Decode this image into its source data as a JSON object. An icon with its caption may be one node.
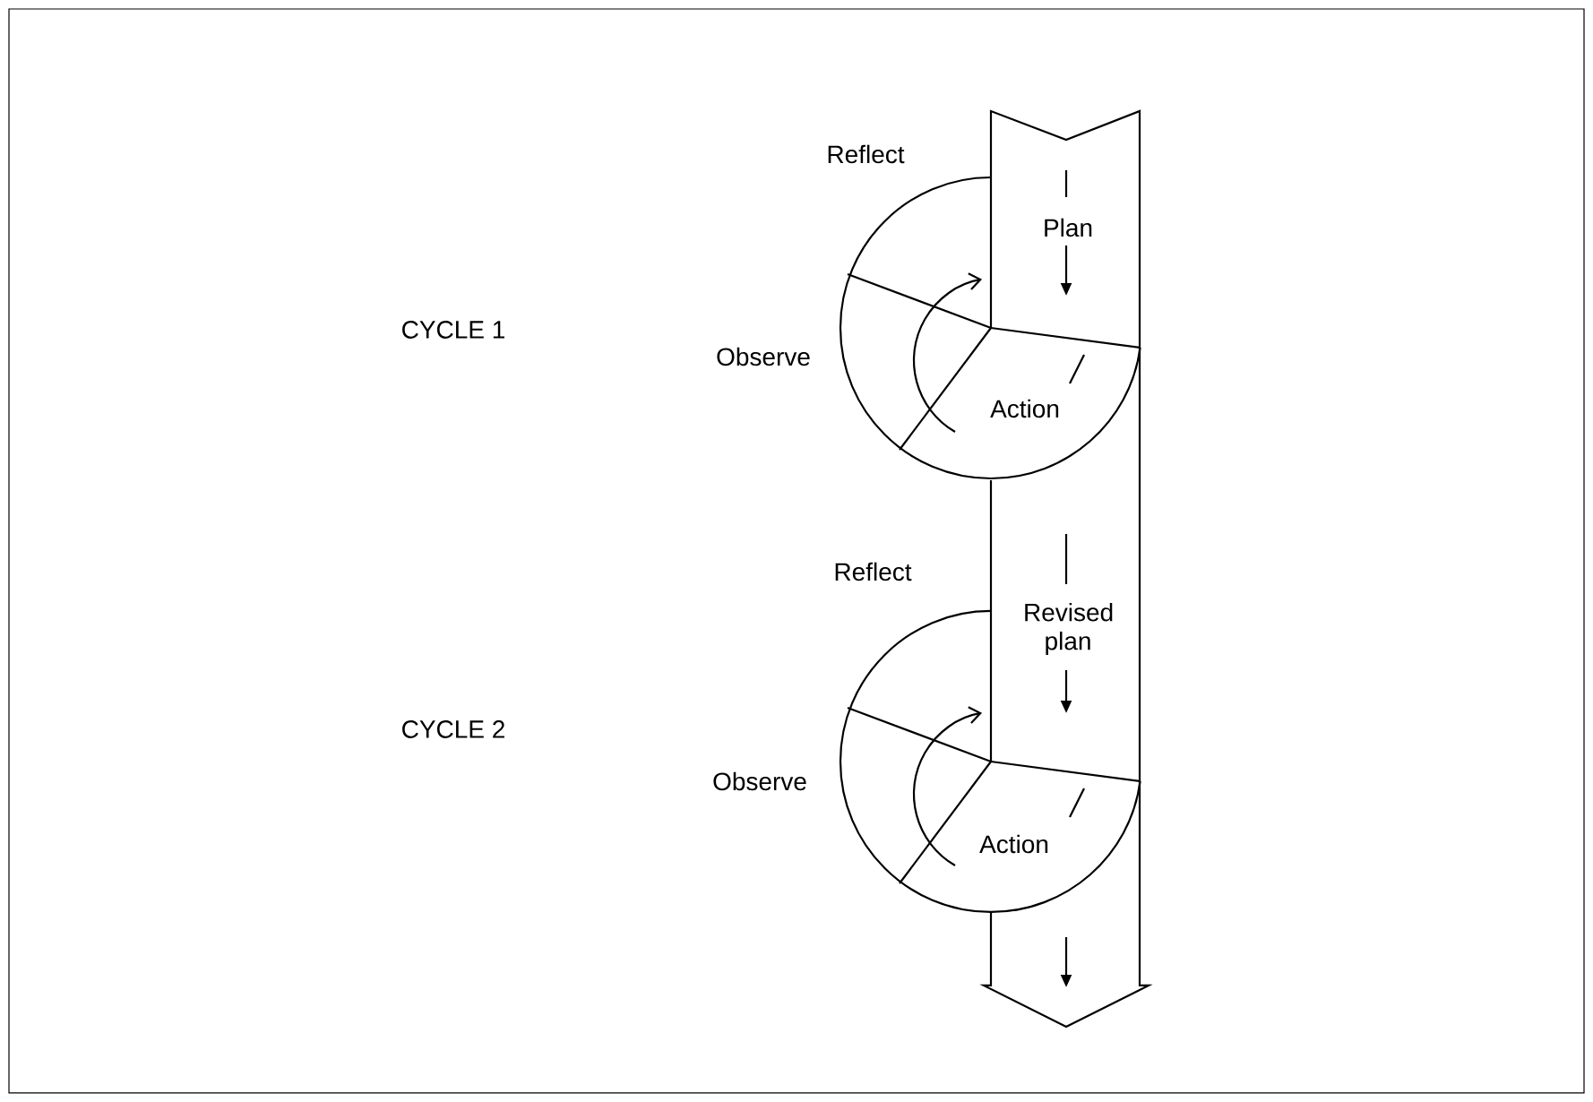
{
  "diagram": {
    "labels": [
      "Reflect",
      "Plan",
      "CYCLE 1",
      "Observe",
      "Action",
      "Reflect",
      "Revised plan",
      "CYCLE 2",
      "Observe",
      "Action"
    ]
  }
}
